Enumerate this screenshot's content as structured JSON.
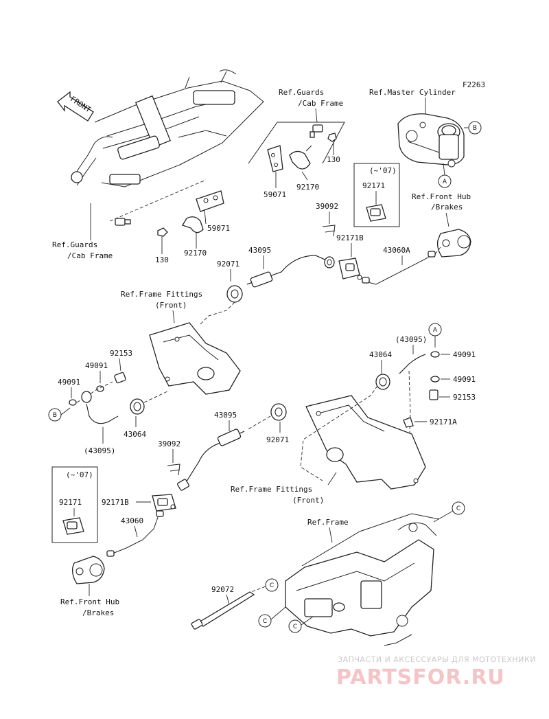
{
  "figure_code": "F2263",
  "front_label": "FRONT",
  "callouts": {
    "a": "A",
    "b": "B",
    "c": "C"
  },
  "labels": {
    "ref_guards_top": "Ref.Guards",
    "ref_cab_frame_top": "/Cab Frame",
    "ref_master_cylinder": "Ref.Master Cylinder",
    "ref_front_hub_top": "Ref.Front Hub",
    "ref_brakes_top": "/Brakes",
    "ref_guards_left": "Ref.Guards",
    "ref_cab_frame_left": "/Cab Frame",
    "ref_frame_fittings_top": "Ref.Frame Fittings",
    "front_paren_top": "(Front)",
    "ref_frame_fittings_mid": "Ref.Frame Fittings",
    "front_paren_mid": "(Front)",
    "ref_frame": "Ref.Frame",
    "ref_front_hub_bottom": "Ref.Front Hub",
    "ref_brakes_bottom": "/Brakes",
    "inset_top_model": "(~'07)",
    "inset_bottom_model": "(~'07)"
  },
  "parts": {
    "p130_top": "130",
    "p59071_top": "59071",
    "p92170_top": "92170",
    "p92171_inset_top": "92171",
    "p39092_top": "39092",
    "p92171b_top": "92171B",
    "p43060a": "43060A",
    "p59071_mid": "59071",
    "p92170_mid": "92170",
    "p130_mid": "130",
    "p43095_top": "43095",
    "p92071_top": "92071",
    "p92153_left": "92153",
    "p49091_left_a": "49091",
    "p49091_left_b": "49091",
    "p43064_left": "43064",
    "p43095_left_paren": "(43095)",
    "p43095_right_paren": "(43095)",
    "p43064_right": "43064",
    "p49091_right_a": "49091",
    "p49091_right_b": "49091",
    "p92153_right": "92153",
    "p92171a": "92171A",
    "p43095_mid": "43095",
    "p92071_mid": "92071",
    "p39092_mid": "39092",
    "p92171_inset_bottom": "92171",
    "p92171b_bottom": "92171B",
    "p43060": "43060",
    "p92072": "92072"
  },
  "watermark": {
    "top_line": "ЗАПЧАСТИ И АКСЕССУАРЫ ДЛЯ МОТОТЕХНИКИ",
    "brand": "PARTSFOR.RU"
  }
}
